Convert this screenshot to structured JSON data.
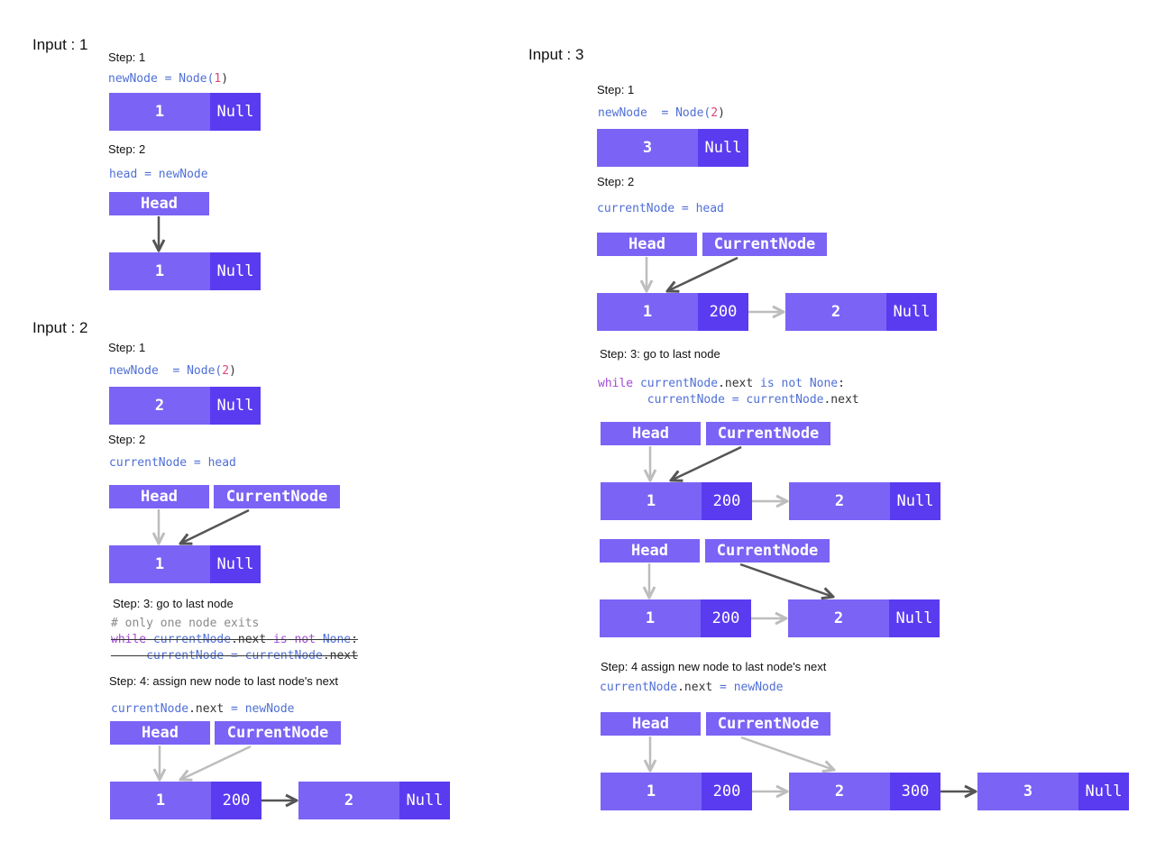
{
  "sections": {
    "input1": "Input : 1",
    "input2": "Input : 2",
    "input3": "Input : 3"
  },
  "steps": {
    "step1": "Step: 1",
    "step2": "Step: 2",
    "step3": "Step: 3:  go to last node",
    "step4_in2": "Step: 4: assign new node to last node's next",
    "step4_in3": "Step: 4 assign new node to last node's next"
  },
  "code": {
    "newNode": "newNode",
    "eq": " = ",
    "eq_wide": "  = ",
    "node_fn": "Node(",
    "close": ")",
    "one": "1",
    "two": "2",
    "head": "head",
    "currentNode": "currentNode",
    "dot_next": ".next",
    "comment_only_one": "# only one node exits",
    "kw_while": "while",
    "kw_is": "is",
    "kw_not": "not",
    "kw_none": "None",
    "colon": ":",
    "indent": "     "
  },
  "labels": {
    "head": "Head",
    "current": "CurrentNode"
  },
  "values": {
    "v1": "1",
    "v2": "2",
    "v3": "3",
    "null": "Null",
    "p200": "200",
    "p300": "300"
  },
  "colors": {
    "node_value": "#7b63f5",
    "node_pointer": "#5b3bf0",
    "arrow_dark": "#555555",
    "arrow_light": "#bdbdbd",
    "code_blue": "#4f6fd6",
    "code_pink": "#e0457b",
    "code_purple": "#a14ad6"
  }
}
